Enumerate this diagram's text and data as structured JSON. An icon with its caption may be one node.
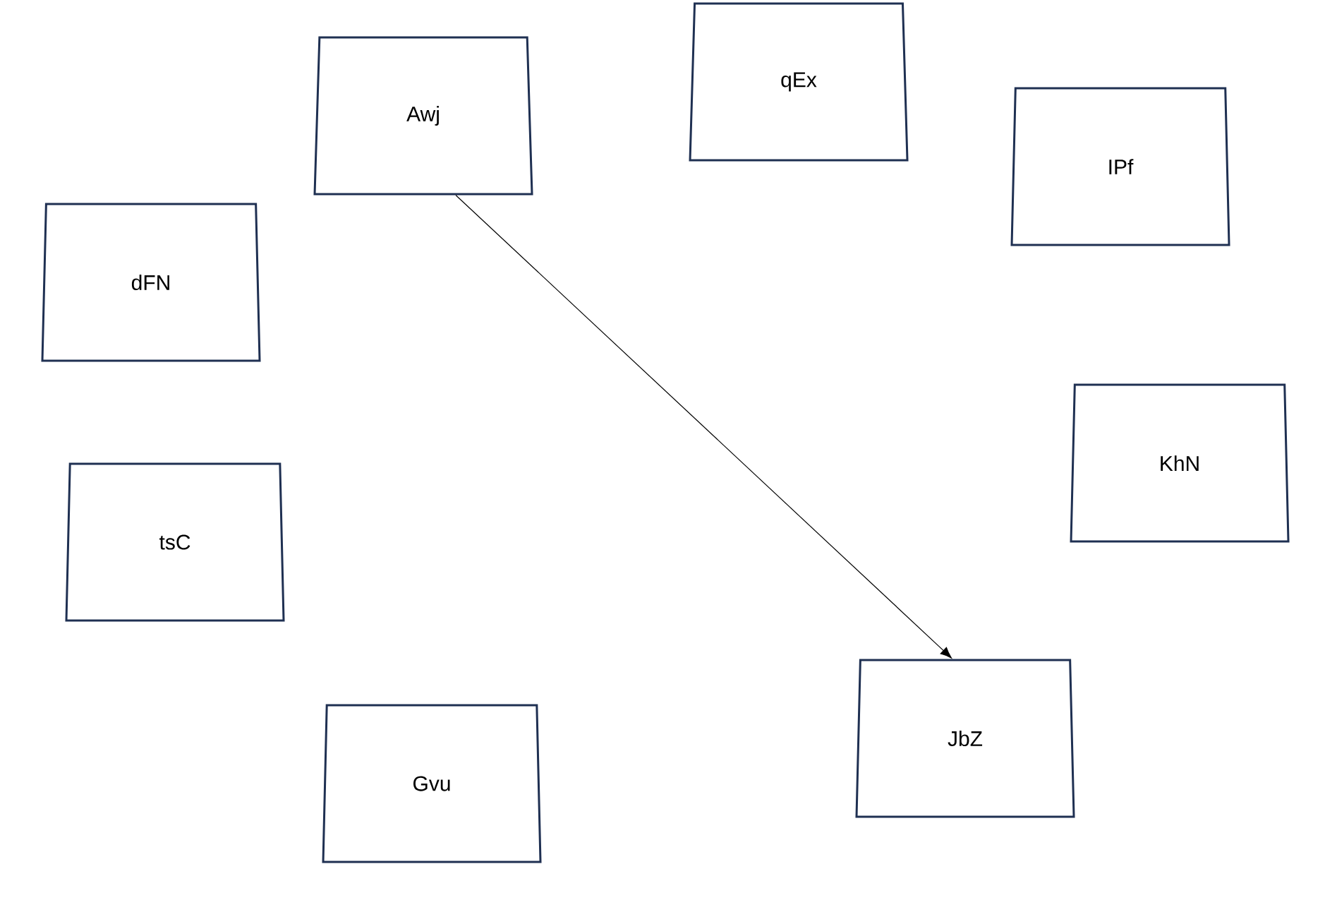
{
  "diagram": {
    "nodes": [
      {
        "text": [
          "qEx"
        ]
      },
      {
        "text": [
          "Awj"
        ]
      },
      {
        "text": [
          "IPf"
        ]
      },
      {
        "text": [
          "dFN"
        ]
      },
      {
        "text": [
          "KhN"
        ]
      },
      {
        "text": [
          "tsC"
        ]
      },
      {
        "text": [
          "JbZ"
        ]
      },
      {
        "text": [
          "Gvu"
        ]
      }
    ],
    "edges": [
      {
        "from": 1,
        "to": 6,
        "arrow": "to"
      }
    ]
  }
}
